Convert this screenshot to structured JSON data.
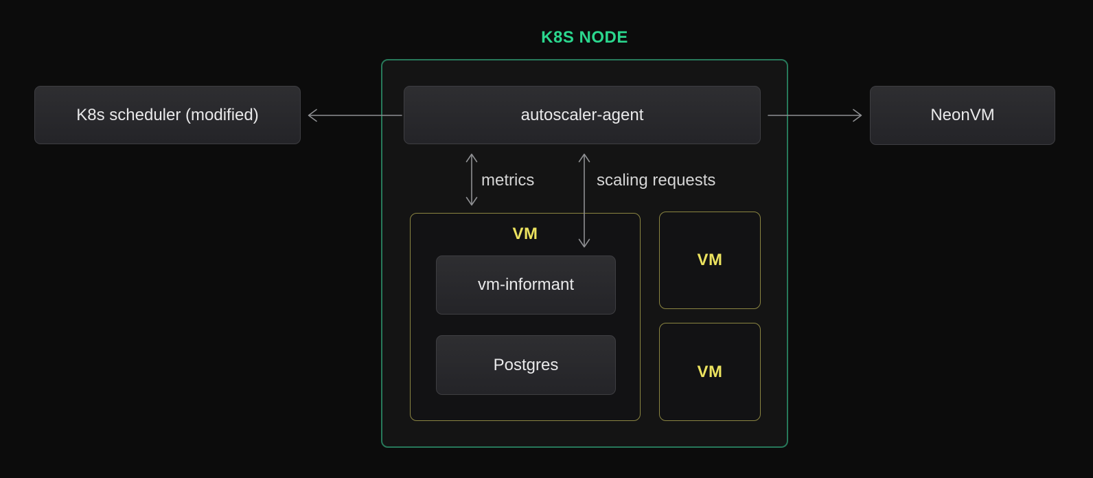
{
  "diagram": {
    "title": "K8S NODE",
    "nodes": {
      "scheduler": "K8s scheduler (modified)",
      "autoscaler": "autoscaler-agent",
      "neonvm": "NeonVM",
      "vm_main": "VM",
      "vm_informant": "vm-informant",
      "postgres": "Postgres",
      "vm_small_1": "VM",
      "vm_small_2": "VM"
    },
    "edges": [
      {
        "from": "autoscaler-agent",
        "to": "K8s scheduler (modified)",
        "label": "",
        "type": "arrow"
      },
      {
        "from": "autoscaler-agent",
        "to": "NeonVM",
        "label": "",
        "type": "arrow"
      },
      {
        "from": "autoscaler-agent",
        "to": "VM",
        "label": "metrics",
        "type": "double-arrow"
      },
      {
        "from": "autoscaler-agent",
        "to": "vm-informant",
        "label": "scaling requests",
        "type": "double-arrow"
      }
    ],
    "colors": {
      "background": "#0c0c0c",
      "container_fill": "#141414",
      "container_border": "#27795a",
      "title_green": "#2bd78e",
      "node_fill_top": "#2e2e31",
      "node_fill_bottom": "#242428",
      "node_border": "#3e3e42",
      "node_text": "#e9e9ea",
      "vm_border": "#8c8642",
      "vm_text": "#ebe25f",
      "arrow": "#8f9093",
      "edge_label": "#d6d6d6"
    }
  }
}
